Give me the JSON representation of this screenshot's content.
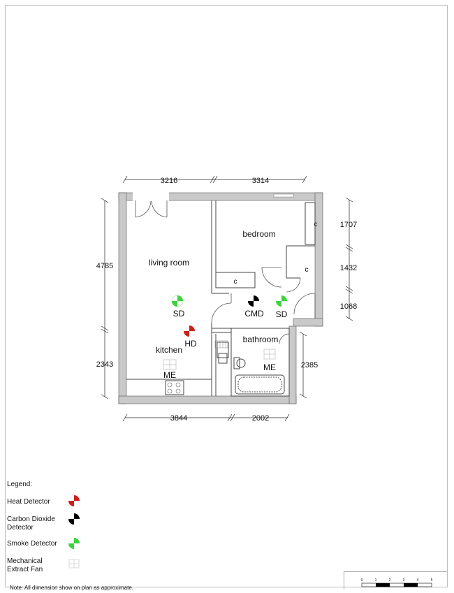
{
  "plan": {
    "rooms": {
      "living_room": "living room",
      "bedroom": "bedroom",
      "kitchen": "kitchen",
      "bathroom": "bathroom"
    },
    "cupboard_label": "c",
    "device_labels": {
      "sd": "SD",
      "hd": "HD",
      "cmd": "CMD",
      "me": "ME"
    },
    "dimensions": {
      "top_left": "3216",
      "top_right": "3314",
      "bottom_left": "3844",
      "bottom_right": "2002",
      "left_upper": "4785",
      "left_lower": "2343",
      "right_1": "1707",
      "right_2": "1432",
      "right_3": "1068",
      "right_4": "2385"
    }
  },
  "legend": {
    "title": "Legend:",
    "items": [
      {
        "label": "Heat Detector",
        "color": "#cc1f1f",
        "icon": "heat-detector-icon"
      },
      {
        "label": "Carbon Dioxide Detector",
        "color": "#000000",
        "icon": "carbon-dioxide-detector-icon"
      },
      {
        "label": "Smoke Detector",
        "color": "#3fd23f",
        "icon": "smoke-detector-icon"
      },
      {
        "label": "Mechanical Extract Fan",
        "color": "#cccccc",
        "icon": "extract-fan-icon"
      }
    ]
  },
  "note": "Note: All dimension show on plan as approximate.",
  "scale": {
    "ticks": [
      "0",
      "1",
      "2",
      "3",
      "4",
      "5"
    ]
  }
}
